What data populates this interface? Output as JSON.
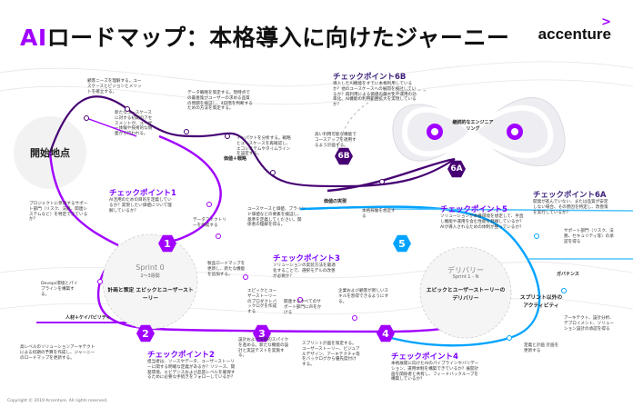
{
  "header": {
    "title_ai": "AI",
    "title_rest": "ロードマップ：本格導入に向けたジャーニー",
    "logo_text": "accenture",
    "logo_mark": ">"
  },
  "colors": {
    "purple": "#a100ff",
    "dark_purple": "#460073",
    "blue": "#00a3ff",
    "light_blue": "#4fc3ff",
    "gray": "#bfbfbf"
  },
  "start": {
    "label": "開始地点"
  },
  "checkpoints": {
    "cp1": {
      "title": "チェックポイント1",
      "desc": "AI活用のための目的を定義しているか？実現したい価値について理解しているか？"
    },
    "cp2": {
      "title": "チェックポイント2",
      "desc": "担当者は、ソースやデータ、ユーザーストーリーに関する明確な定義があるか？リソース、開発環境、エビデンスおよび品質レベルを確保するために必要な手続きをフォローしているか？"
    },
    "cp3": {
      "title": "チェックポイント3",
      "desc": "ソリューションの実装方法を最適化することで、選択モデルの改善が必要か？"
    },
    "cp4": {
      "title": "チェックポイント4",
      "desc": "本格展開に向けたAIのパイプラインやバリデーション、運用体制を構築できているか？展開計画を関係者と共有し、フィードバックループを構築しているか？"
    },
    "cp5": {
      "title": "チェックポイント5",
      "desc": "ソリューションが本番環境を想定して、手直し機能や運用を含む性能を発揮しているか？AIが導入されるための体制が整っているか？"
    },
    "cp6a": {
      "title": "チェックポイント6A",
      "desc": "開発が進んでいない、または品質が安定しない場合、その原因を特定し、改善策を実行しているか？"
    },
    "cp6b": {
      "title": "チェックポイント6B",
      "desc": "導入したAI機能をすでに本格利用しているか？他のユースケースへの展開を検討しているか？再利用による価値の最大化や運用の効率化、AI機能の利用範囲拡大を実現しているか？"
    }
  },
  "badges": {
    "b1": "1",
    "b2": "2",
    "b3": "3",
    "b4": "4",
    "b5": "5",
    "b6a": "6A",
    "b6b": "6B"
  },
  "labels": {
    "value_strategy": "価値＋戦略",
    "talent_capability": "人材＋ケイパビリティ",
    "value_realization": "価値の実現",
    "governance": "ガバナンス",
    "continuous_engineering": "継続的なエンジニアリング",
    "sprint0": "Sprint 0",
    "sprint0_weeks": "2〜3週間",
    "sprint0_task": "計画と策定 エピックとユーザーストーリー",
    "delivery": "デリバリー",
    "delivery_sprint": "Sprint 1 - N",
    "delivery_task": "エピックとユーザーストーリーのデリバリー",
    "sprint_activity": "スプリント以外のアクティビティ"
  },
  "notes": {
    "n1": "顧客ニーズを理解する。ユースケースとビジョンとメリットを確立する。",
    "n2": "新たなユースケースに対する初期のアセスメントが、ユーザー体験や技術的な側面から行われる。",
    "n3": "データ戦略を策定する。現時点での最善策がユーザーの求める品質の問題を検証し、4段階を判断するための方法を策定する。",
    "n4": "インパクトを分析する。戦略とユースケースを再確認し、エコシステムやタイムラインを設定する。",
    "n5": "ユースケースと価値、ブラインド価値などの要素を検証し、基準を定義してください。関係者の理解を得る。",
    "n6": "データファクトリーを作成する",
    "n7": "プロジェクトに参加するサポート部門（リスク、法務、関連システムなど）を特定できているか？",
    "n8": "Devops環境とパイプラインを構築する。",
    "n9": "製品ロードマップを更新し、新たな機能を追加する。",
    "n10": "エピックとユーザーストーリーのプロダクトバックログを作成する",
    "n11": "関連するすべてのサポート部門に声をかける",
    "n12": "企業および顧客が新しいスキルを習得できるようにする。",
    "n13": "設計および技術的スパイクを進める。新たな機能の設計と実証テストを実施する。",
    "n14": "スプリント計画を策定する。ユーザーストーリー、ビジュアルデザイン、アーキテクチャ等をバックログから優先度付けする。",
    "n15": "高い利用可能な機能でコースアップを適用するよう計画する。",
    "n16": "価値の実現",
    "n17": "本格稼働を想定する",
    "n18": "サポート部門（リスク、法務、セキュリティ等）の承認を得る",
    "n19": "アーキテクト、設計分析、デプロイメント、ソリューション設計の承認を得る",
    "n20": "定義と計画 計画を更新する",
    "n21": "高レベルのソリューションアーキテクトによる初期の予算を作成し、ジャーニーのロードマップを更新する。"
  },
  "footer": {
    "copyright": "Copyright © 2019 Accenture. All rights reserved."
  }
}
